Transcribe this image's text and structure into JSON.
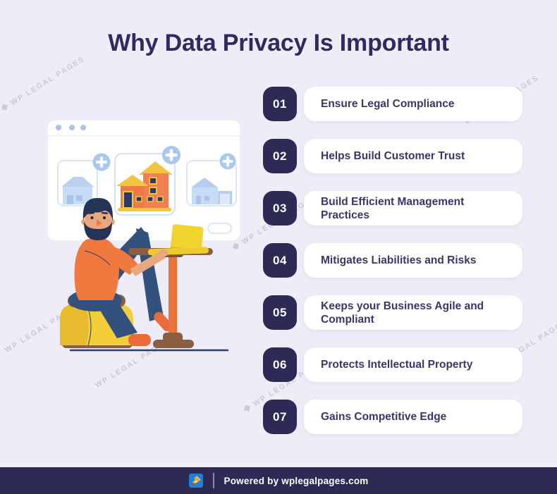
{
  "title": "Why Data Privacy Is Important",
  "watermark": {
    "text": "WP LEGAL PAGES",
    "logo_glyph": "❖"
  },
  "list": {
    "items": [
      {
        "number": "01",
        "label": "Ensure Legal Compliance"
      },
      {
        "number": "02",
        "label": "Helps Build Customer Trust"
      },
      {
        "number": "03",
        "label": "Build Efficient Management Practices"
      },
      {
        "number": "04",
        "label": "Mitigates Liabilities and Risks"
      },
      {
        "number": "05",
        "label": "Keeps your Business Agile and Compliant"
      },
      {
        "number": "06",
        "label": "Protects Intellectual Property"
      },
      {
        "number": "07",
        "label": "Gains Competitive Edge"
      }
    ]
  },
  "footer": {
    "powered_by": "Powered by wplegalpages.com"
  },
  "colors": {
    "background": "#EDECF7",
    "accent_navy": "#2D2A55",
    "card_background": "#FFFFFF",
    "card_text": "#3A3666",
    "title_text": "#312A5E",
    "footer_background": "#2D2A55",
    "footer_text": "#FFFFFF",
    "illustration_orange": "#F0793F",
    "illustration_yellow": "#F2D431",
    "illustration_navy": "#32517F",
    "illustration_light_blue": "#ABC8F0"
  }
}
